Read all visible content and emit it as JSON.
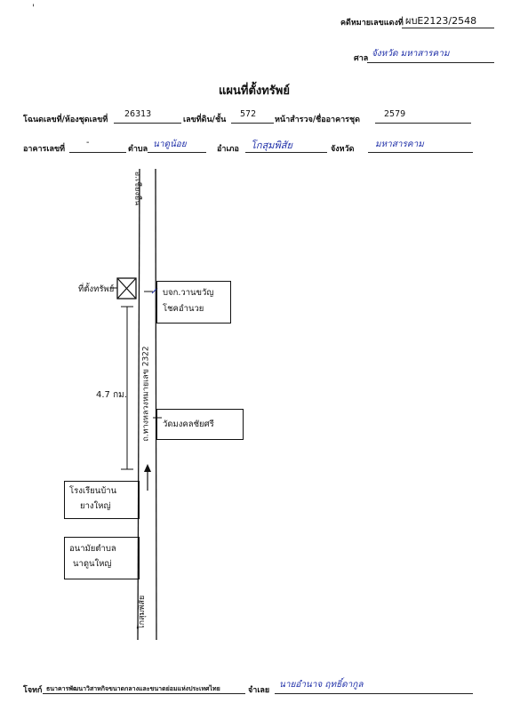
{
  "header": {
    "case_label": "คดีหมายเลขแดงที่",
    "case_number": "ผบE2123/2548",
    "court_label": "ศาล",
    "court_value": "จังหวัด มหาสารคาม"
  },
  "title": "แผนที่ตั้งทรัพย์",
  "row1": {
    "deed_label": "โฉนดเลขที่/ห้องชุดเลขที่",
    "deed_value": "26313",
    "land_no_label": "เลขที่ดิน/ชั้น",
    "land_no_value": "572",
    "survey_label": "หน้าสำรวจ/ชื่ออาคารชุด",
    "survey_value": "2579"
  },
  "row2": {
    "building_label": "อาคารเลขที่",
    "building_value": "-",
    "subdistrict_label": "ตำบล",
    "subdistrict_value": "นาดูน้อย",
    "district_label": "อำเภอ",
    "district_value": "โกสุมพิสัย",
    "province_label": "จังหวัด",
    "province_value": "มหาสารคาม"
  },
  "map": {
    "road_top_label": "อ.เชียงยืน",
    "road_bottom_label": "โกสุมพิสัย",
    "road_name": "ถ.ทางหลวงหมายเลข 2322",
    "property_label": "ที่ตั้งทรัพย์",
    "distance_label": "4.7 กม.",
    "landmark1": [
      "บจก.วานขวัญ",
      "โชคอำนวย"
    ],
    "landmark2": "วัดมงคลชัยศรี",
    "landmark3": [
      "โรงเรียนบ้าน",
      "ยางใหญ่"
    ],
    "landmark4": [
      "อนามัยตำบล",
      "นาดูนใหญ่"
    ]
  },
  "footer": {
    "plaintiff_label": "โจทก์",
    "plaintiff_value": "ธนาคารพัฒนาวิสาหกิจขนาดกลางและขนาดย่อมแห่งประเทศไทย",
    "defendant_label": "จำเลย",
    "defendant_value": "นายอำนาจ ฤทธิ์ดากูล"
  }
}
